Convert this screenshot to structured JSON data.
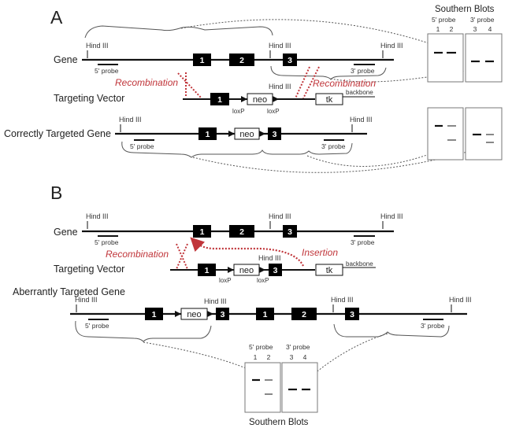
{
  "colors": {
    "line": "#111111",
    "exon_fill": "#000000",
    "recombination_red": "#c0353a",
    "dotted_arrow": "#555555",
    "blot_border": "#777777"
  },
  "panel_a": {
    "label": "A",
    "gene": {
      "row_label": "Gene",
      "exons": [
        "1",
        "2",
        "3"
      ],
      "site_label": "Hind III",
      "probe_5": "5' probe",
      "probe_3": "3' probe"
    },
    "vector": {
      "row_label": "Targeting Vector",
      "exons": [
        "1",
        "3"
      ],
      "neo": "neo",
      "tk": "tk",
      "backbone": "backbone",
      "loxp": "loxP",
      "site_label": "Hind III"
    },
    "recombination_left": "Recombination",
    "recombination_right": "Recombination",
    "targeted": {
      "row_label": "Correctly Targeted Gene",
      "exons": [
        "1",
        "3"
      ],
      "neo": "neo",
      "site_label": "Hind III",
      "probe_5": "5' probe",
      "probe_3": "3' probe"
    },
    "blots": {
      "title": "Southern Blots",
      "probe_5": "5' probe",
      "probe_3": "3' probe",
      "lanes": [
        "1",
        "2",
        "3",
        "4"
      ]
    }
  },
  "panel_b": {
    "label": "B",
    "gene": {
      "row_label": "Gene",
      "exons": [
        "1",
        "2",
        "3"
      ],
      "site_label": "Hind III",
      "probe_5": "5' probe",
      "probe_3": "3' probe"
    },
    "vector": {
      "row_label": "Targeting Vector",
      "exons": [
        "1",
        "3"
      ],
      "neo": "neo",
      "tk": "tk",
      "backbone": "backbone",
      "loxp": "loxP",
      "site_label": "Hind III"
    },
    "recombination": "Recombination",
    "insertion": "Insertion",
    "aberrant": {
      "row_label": "Aberrantly Targeted Gene",
      "exons": [
        "1",
        "3",
        "1",
        "2",
        "3"
      ],
      "neo": "neo",
      "site_label": "Hind III",
      "probe_5": "5' probe",
      "probe_3": "3' probe"
    },
    "blots": {
      "title": "Southern Blots",
      "probe_5": "5' probe",
      "probe_3": "3' probe",
      "lanes": [
        "1",
        "2",
        "3",
        "4"
      ]
    }
  }
}
